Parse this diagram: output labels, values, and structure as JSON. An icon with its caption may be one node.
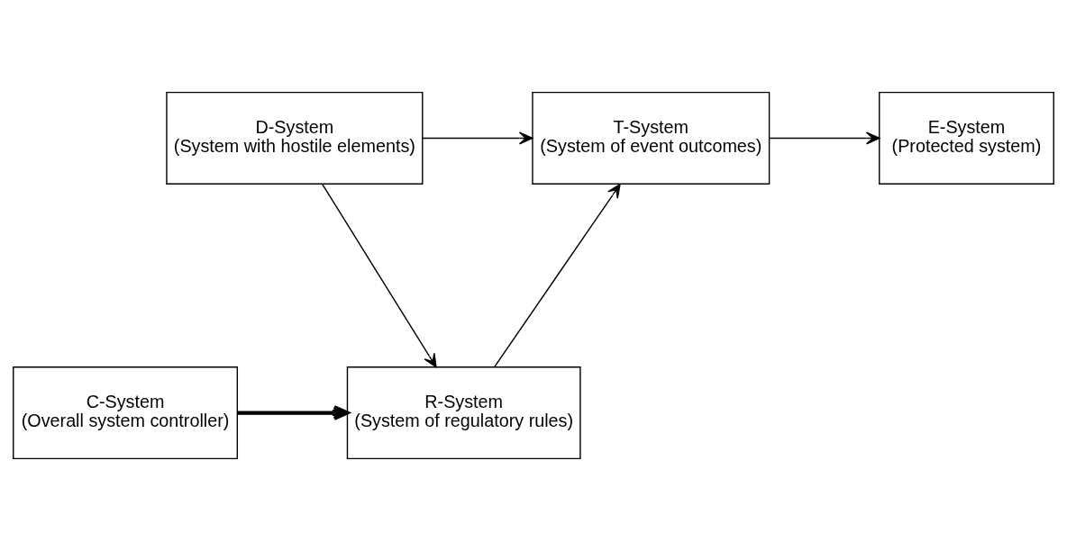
{
  "diagram": {
    "nodes": [
      {
        "text": [
          "D-System",
          "(System with hostile elements)"
        ]
      },
      {
        "text": [
          "T-System",
          "(System of event outcomes)"
        ]
      },
      {
        "text": [
          "E-System",
          "(Protected system)"
        ]
      },
      {
        "text": [
          "C-System",
          "(Overall system controller)"
        ]
      },
      {
        "text": [
          "R-System",
          "(System of regulatory rules)"
        ]
      }
    ],
    "edges": [
      {
        "from": 0,
        "to": 1,
        "arrow": "to"
      },
      {
        "from": 1,
        "to": 2,
        "arrow": "to"
      },
      {
        "from": 0,
        "to": 4,
        "arrow": "to"
      },
      {
        "from": 4,
        "to": 1,
        "arrow": "to"
      },
      {
        "from": 3,
        "to": 4,
        "arrow": "to",
        "style": "thick"
      }
    ]
  }
}
